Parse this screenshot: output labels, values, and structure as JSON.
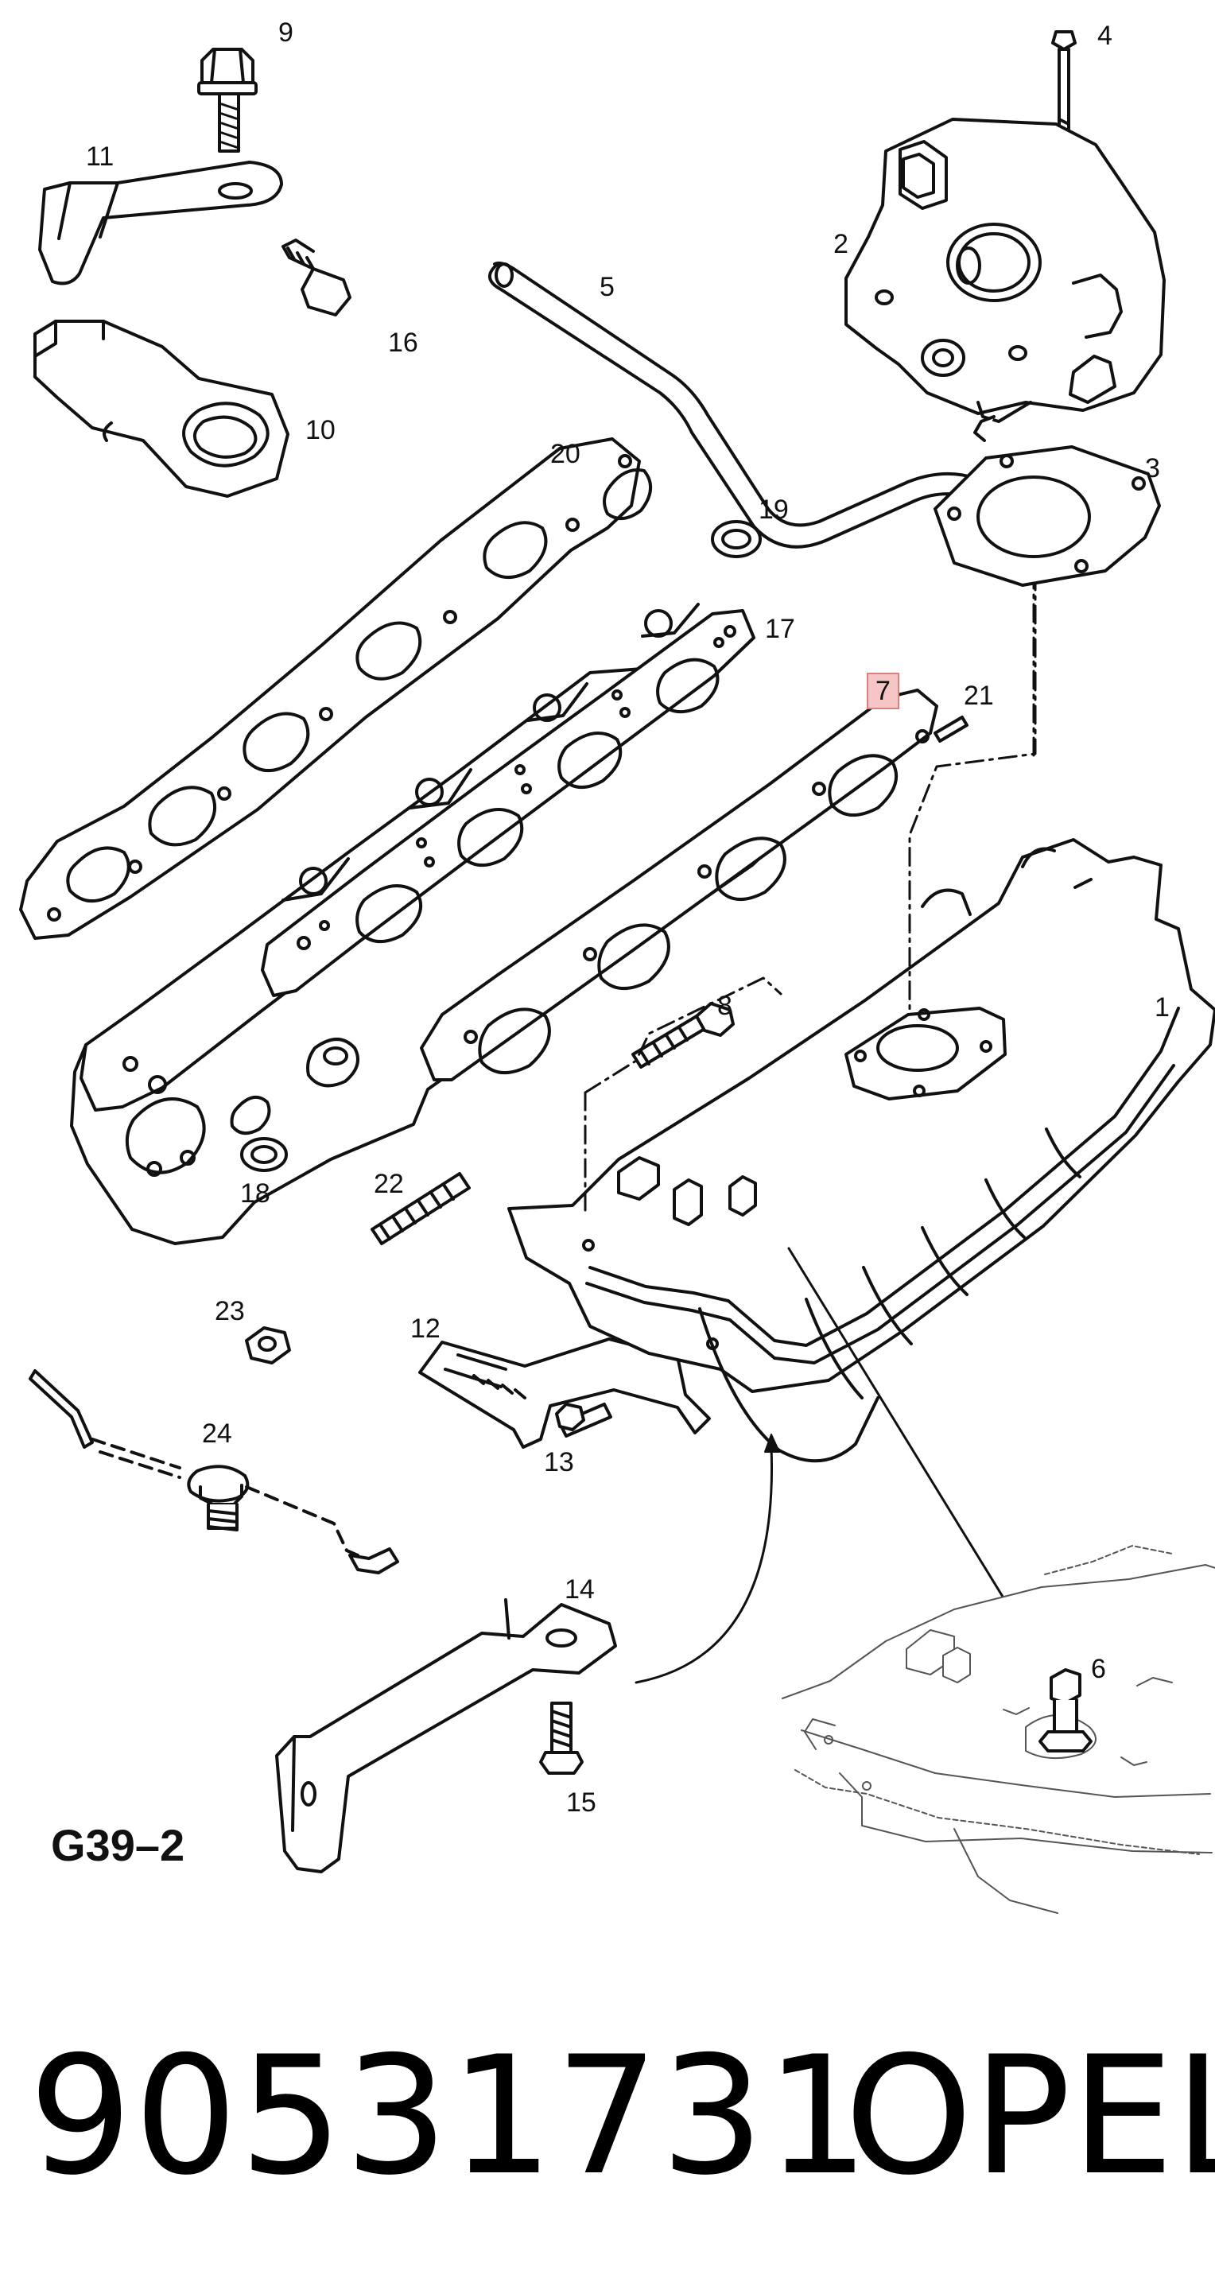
{
  "diagram": {
    "code": "G39–2",
    "callouts": [
      {
        "id": "1",
        "text": "1"
      },
      {
        "id": "2",
        "text": "2"
      },
      {
        "id": "3",
        "text": "3"
      },
      {
        "id": "4",
        "text": "4"
      },
      {
        "id": "5",
        "text": "5"
      },
      {
        "id": "6",
        "text": "6"
      },
      {
        "id": "7",
        "text": "7",
        "highlighted": true
      },
      {
        "id": "8",
        "text": "8"
      },
      {
        "id": "9",
        "text": "9"
      },
      {
        "id": "10",
        "text": "10"
      },
      {
        "id": "11",
        "text": "11"
      },
      {
        "id": "12",
        "text": "12"
      },
      {
        "id": "13",
        "text": "13"
      },
      {
        "id": "14",
        "text": "14"
      },
      {
        "id": "15",
        "text": "15"
      },
      {
        "id": "16",
        "text": "16"
      },
      {
        "id": "17",
        "text": "17"
      },
      {
        "id": "18",
        "text": "18"
      },
      {
        "id": "19",
        "text": "19"
      },
      {
        "id": "20",
        "text": "20"
      },
      {
        "id": "21",
        "text": "21"
      },
      {
        "id": "22",
        "text": "22"
      },
      {
        "id": "23",
        "text": "23"
      },
      {
        "id": "24",
        "text": "24"
      }
    ]
  },
  "footer": {
    "part_number": "90531731",
    "brand": "OPEL"
  },
  "colors": {
    "line": "#111111",
    "highlight_fill": "#f6c6c6",
    "highlight_border": "#d98080"
  }
}
